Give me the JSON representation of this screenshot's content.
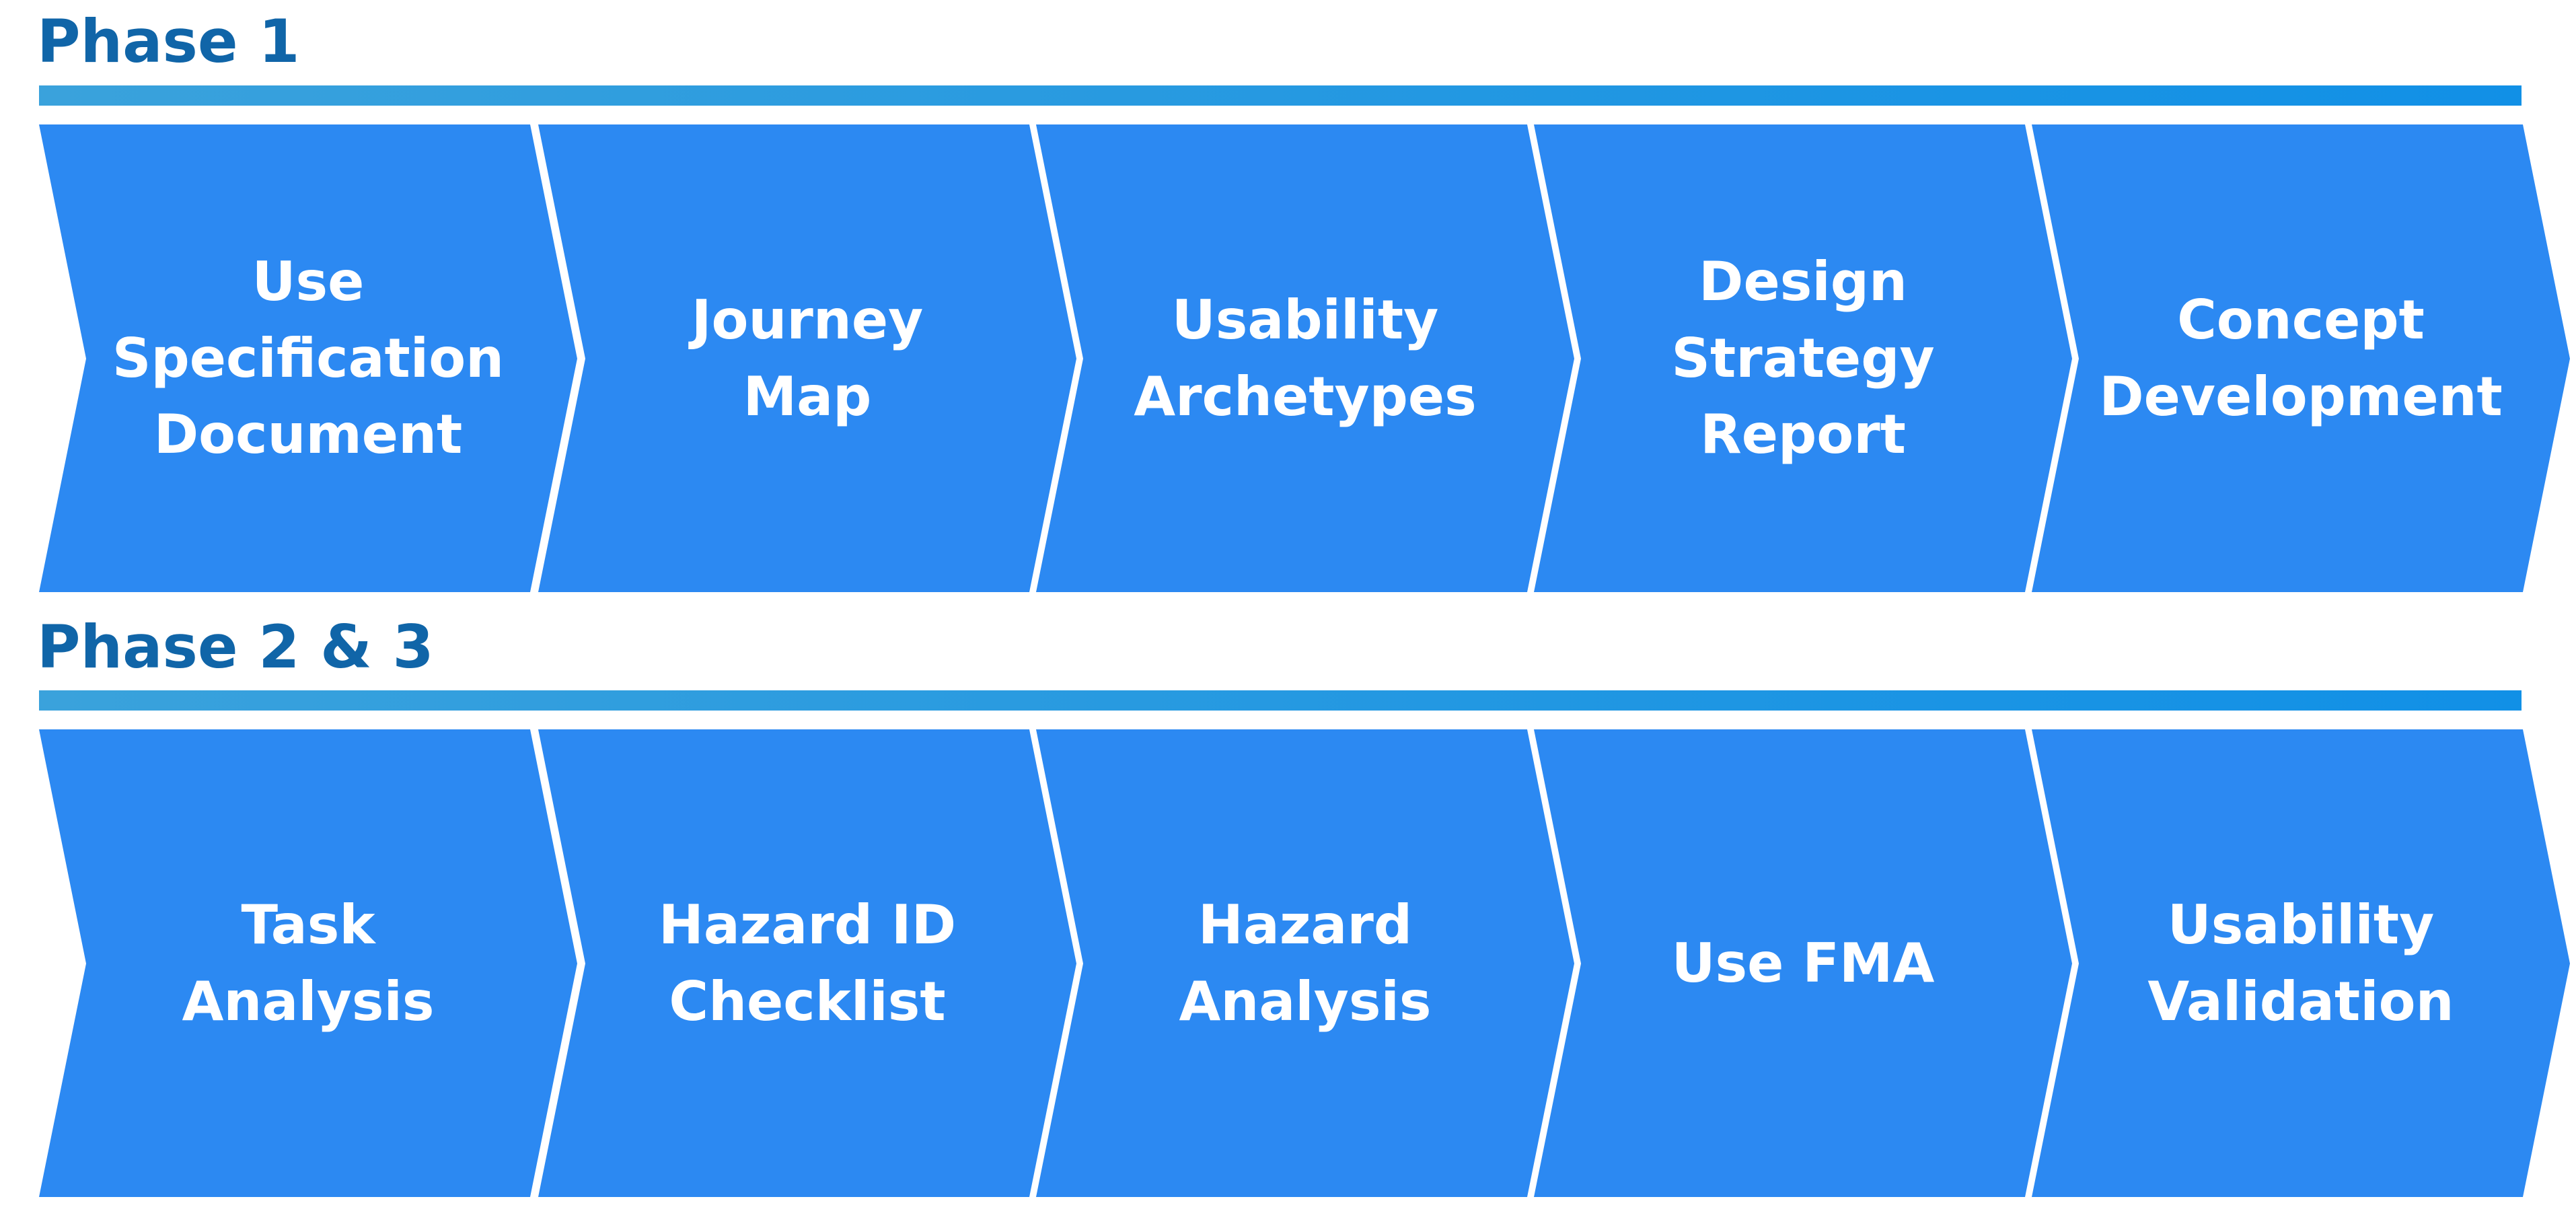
{
  "phases": [
    {
      "title": "Phase 1",
      "steps": [
        "Use\nSpecification\nDocument",
        "Journey\nMap",
        "Usability\nArchetypes",
        "Design\nStrategy\nReport",
        "Concept\nDevelopment"
      ]
    },
    {
      "title": "Phase 2 & 3",
      "steps": [
        "Task\nAnalysis",
        "Hazard ID\nChecklist",
        "Hazard\nAnalysis",
        "Use FMA",
        "Usability\nValidation"
      ]
    }
  ],
  "colors": {
    "chevron_fill": "#2c89f2",
    "phase_title": "#1065a8",
    "bar_start": "#3aa2dc",
    "bar_end": "#1190e6"
  }
}
